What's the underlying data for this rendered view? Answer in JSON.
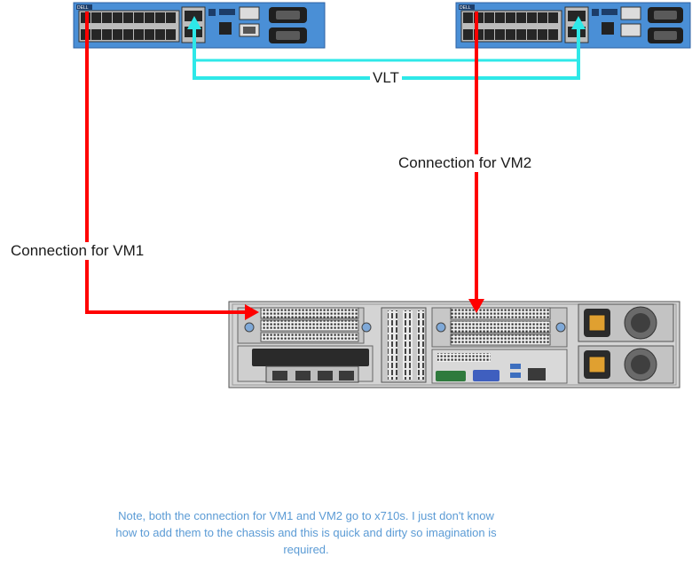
{
  "labels": {
    "vlt": "VLT",
    "vm1": "Connection for VM1",
    "vm2": "Connection for VM2"
  },
  "note": "Note, both the connection for VM1 and VM2 go to x710s. I just don't know how to add them to the chassis and this is quick and dirty so imagination is required.",
  "switch_brand": "DELL",
  "colors": {
    "vm_link": "#ff0000",
    "vlt_link": "#2ee8e8",
    "switch_body": "#4a8fd6",
    "server_body": "#d4d4d4",
    "note_text": "#5b9bd5"
  }
}
